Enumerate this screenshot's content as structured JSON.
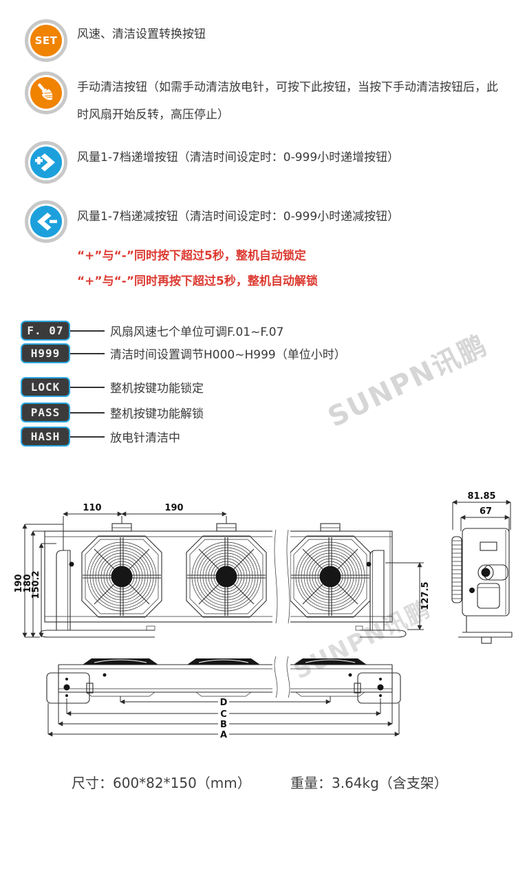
{
  "watermark": {
    "text": "SUNPN讯鹏",
    "color": "#d6d6d6"
  },
  "buttons_legend": [
    {
      "name": "set",
      "label": "SET",
      "color": "#f08300",
      "desc": "风速、清洁设置转换按钮"
    },
    {
      "name": "manual-clean",
      "color": "#f08300",
      "desc": "手动清洁按钮（如需手动清洁放电针，可按下此按钮，当按下手动清洁按钮后，此时风扇开始反转，高压停止）"
    },
    {
      "name": "increase",
      "color": "#1ca0dc",
      "desc": "风量1-7档递增按钮（清洁时间设定时：0-999小时递增按钮）"
    },
    {
      "name": "decrease",
      "color": "#1ca0dc",
      "desc": "风量1-7档递减按钮（清洁时间设定时：0-999小时递减按钮）"
    }
  ],
  "warnings": {
    "color": "#dc3a31",
    "lines": [
      "“+”与“-”同时按下超过5秒，整机自动锁定",
      "“+”与“-”同时再按下超过5秒，整机自动解锁"
    ]
  },
  "display_codes": [
    {
      "code": "F. 07",
      "desc": "风扇风速七个单位可调F.01~F.07"
    },
    {
      "code": "H999",
      "desc": "清洁时间设置调节H000~H999（单位小时）"
    },
    {
      "code": "LOCK",
      "desc": "整机按键功能锁定"
    },
    {
      "code": "PASS",
      "desc": "整机按键功能解锁"
    },
    {
      "code": "HASH",
      "desc": "放电针清洁中"
    }
  ],
  "drawing": {
    "dimensions": {
      "top_left": "110",
      "top_right": "190",
      "left_outer": "190",
      "left_mid": "180",
      "left_inner": "150.2",
      "bracket_height": "127.5",
      "side_depth_outer": "81.85",
      "side_depth_inner": "67",
      "bottom": [
        "D",
        "C",
        "B",
        "A"
      ]
    }
  },
  "specs": {
    "size": "尺寸：600*82*150（mm）",
    "weight": "重量：3.64kg（含支架）"
  }
}
